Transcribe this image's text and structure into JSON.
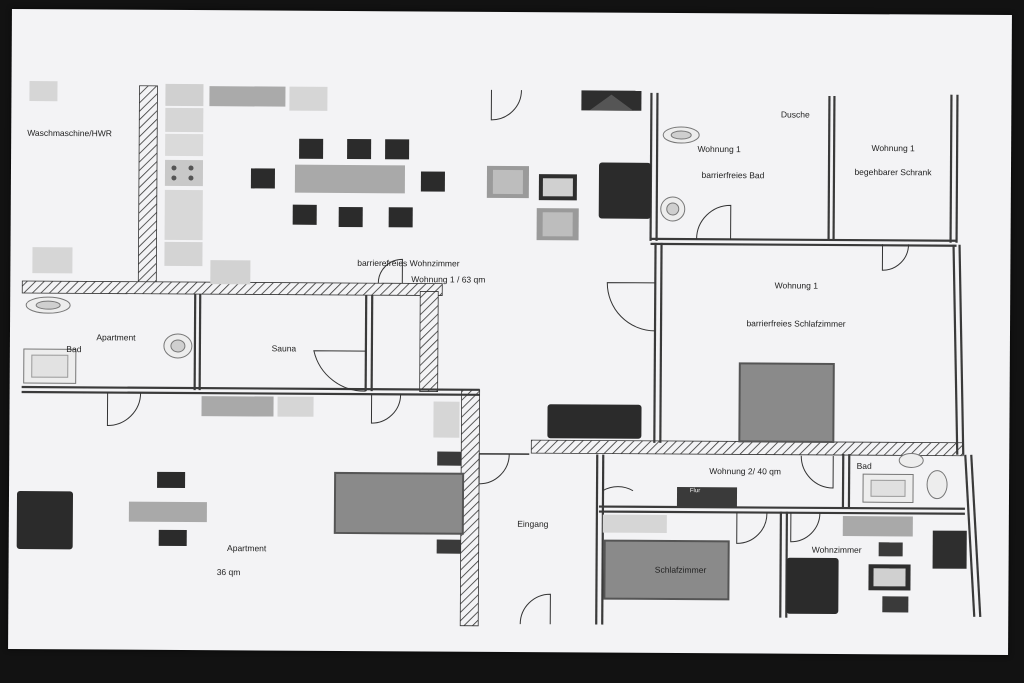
{
  "rooms": {
    "waschmaschine": "Waschmaschine/HWR",
    "wohnzimmer_w1": "barrierefreies Wohnzimmer",
    "wohnung1_size": "Wohnung 1 / 63 qm",
    "dusche": "Dusche",
    "bad_w1_title": "Wohnung 1",
    "bad_w1": "barrierfreies Bad",
    "schrank_title": "Wohnung 1",
    "schrank": "begehbarer Schrank",
    "schlaf_w1_title": "Wohnung 1",
    "schlaf_w1": "barrierfreies Schlafzimmer",
    "apartment_bad_title": "Apartment",
    "apartment_bad": "Bad",
    "sauna": "Sauna",
    "apartment": "Apartment",
    "apartment_size": "36 qm",
    "eingang": "Eingang",
    "wohnung2": "Wohnung 2/ 40 qm",
    "flur": "Flur",
    "bad_w2": "Bad",
    "schlaf_w2": "Schlafzimmer",
    "wohnzimmer_w2": "Wohnzimmer"
  },
  "colors": {
    "paper": "#f3f3f5",
    "wall": "#444444",
    "furniture_dark": "#2b2b2b",
    "furniture_gray": "#a9a9a9",
    "bed": "#8a8a8a",
    "light_gray": "#d4d4d4"
  }
}
